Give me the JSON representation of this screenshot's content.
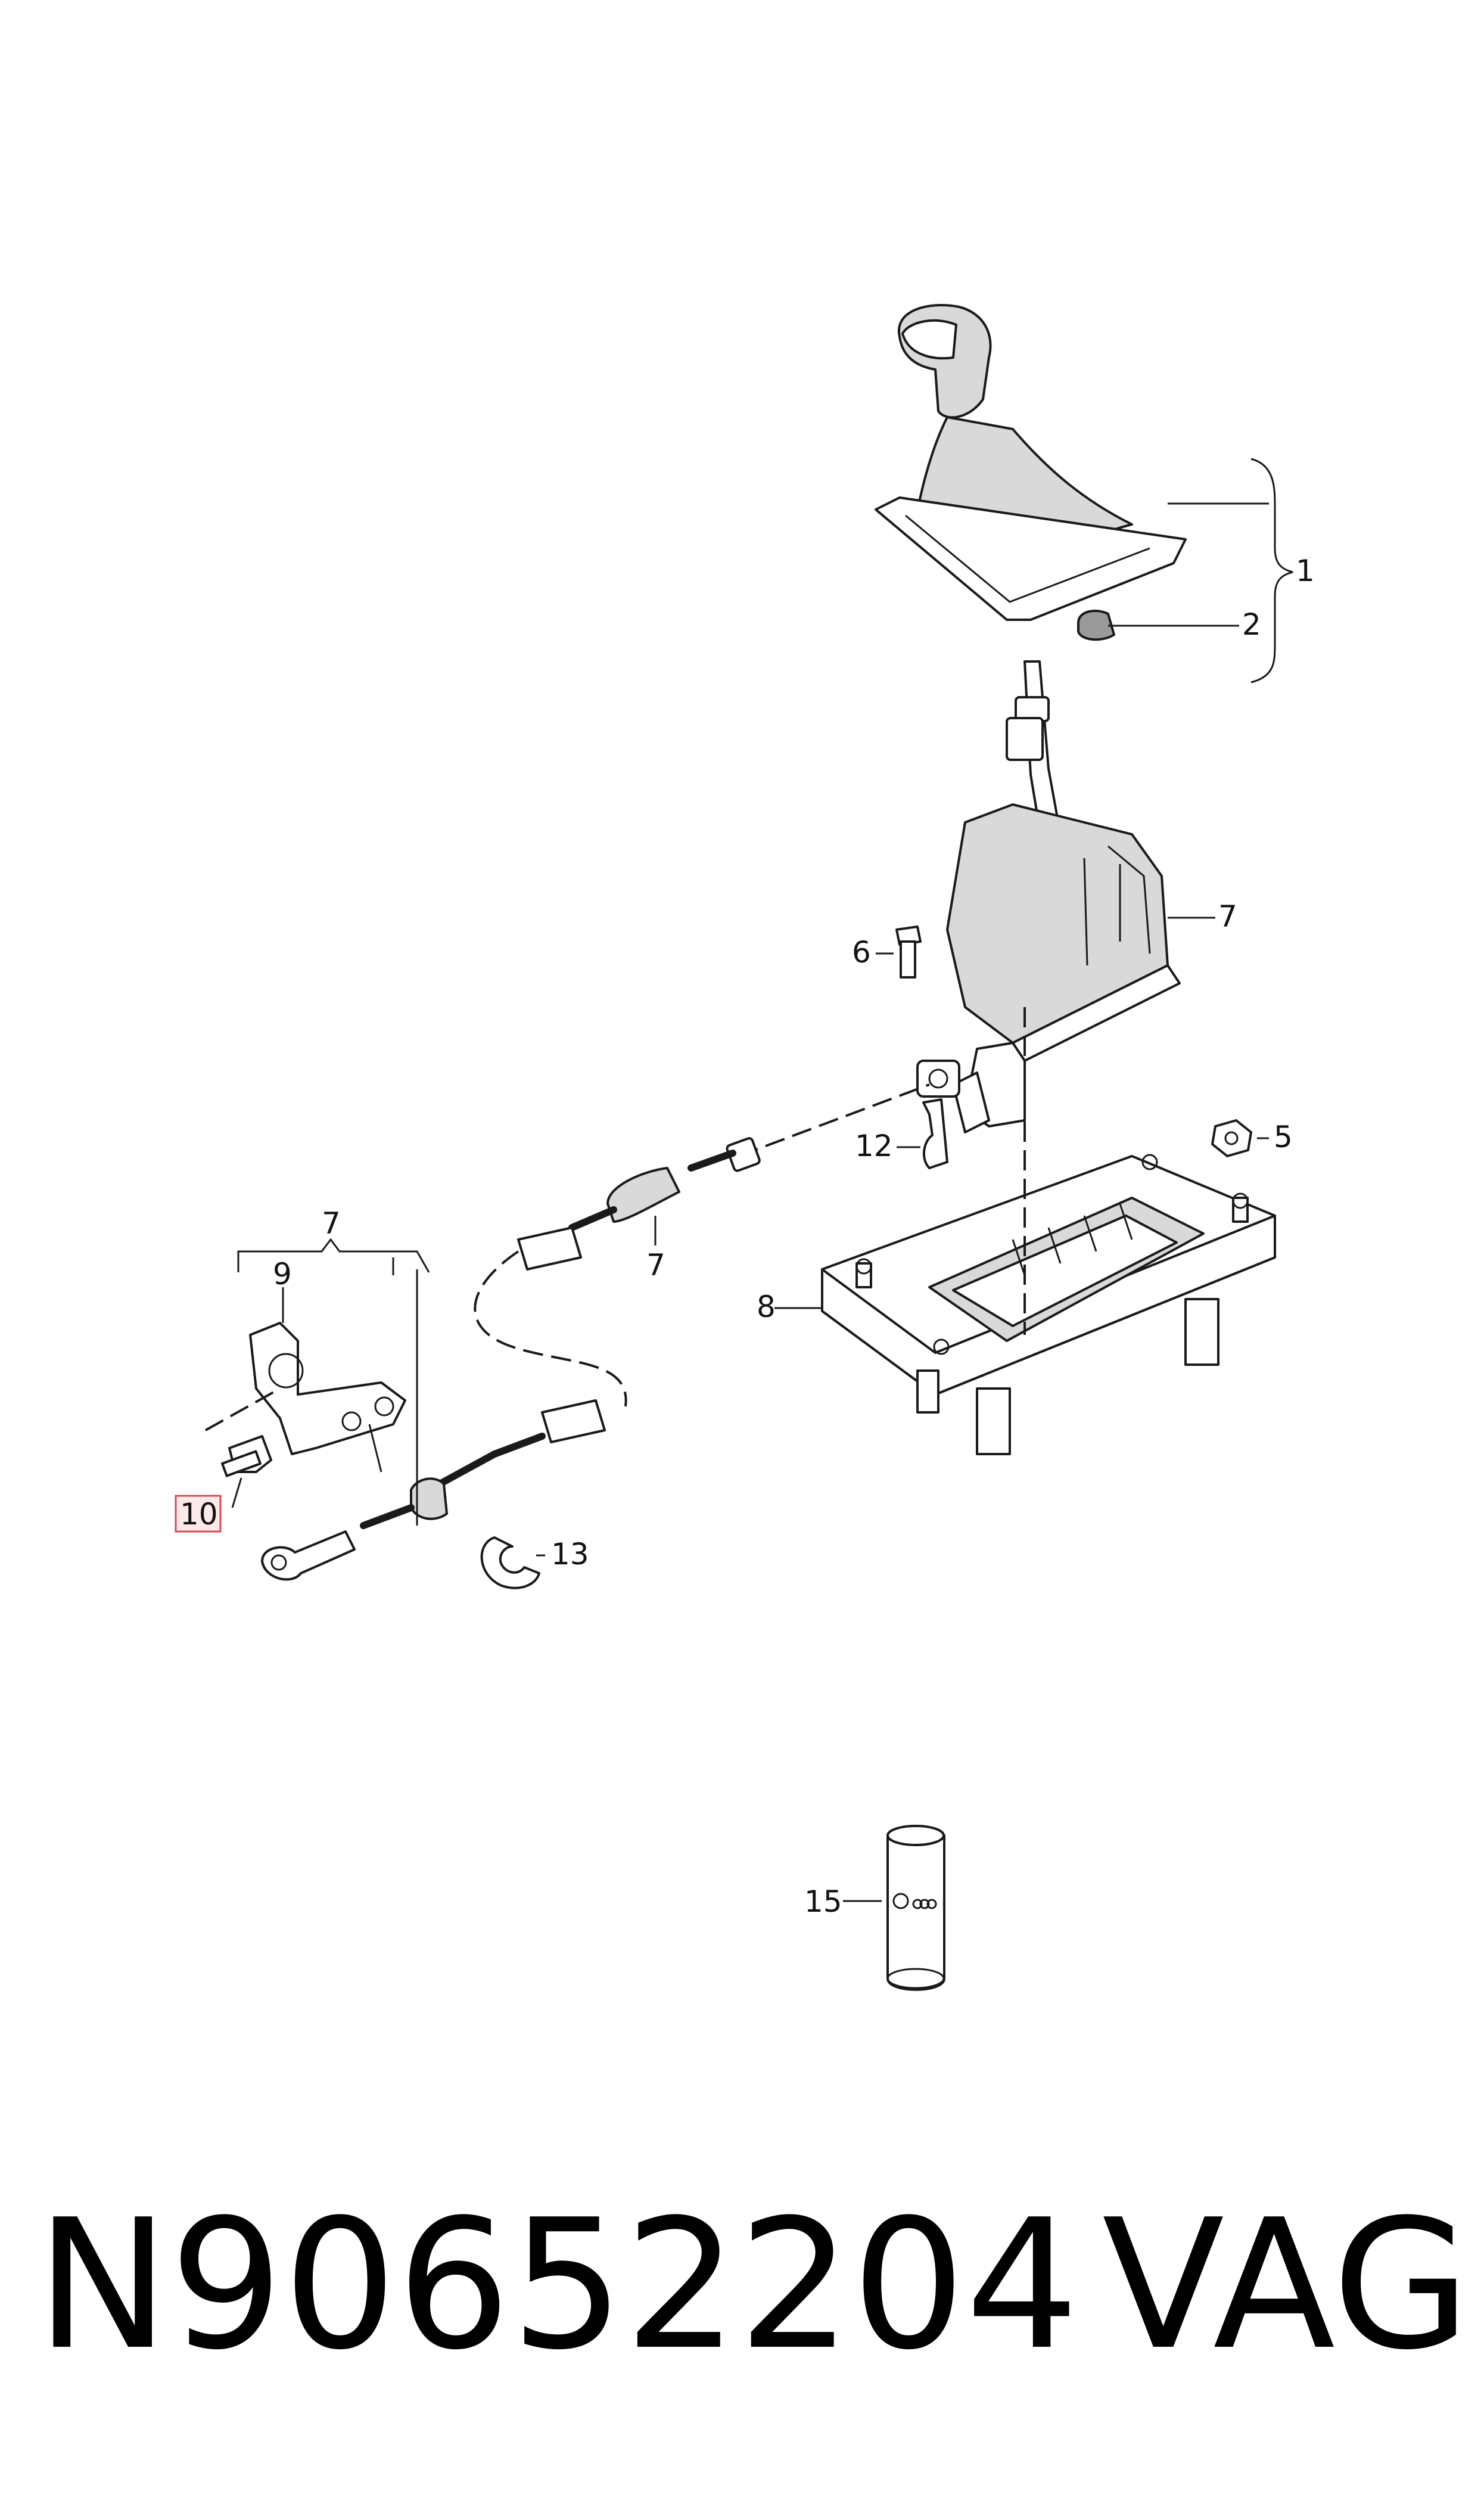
{
  "callouts": {
    "c1": "1",
    "c2": "2",
    "c5": "5",
    "c6": "6",
    "c7_main": "7",
    "c7_cable": "7",
    "c7_group": "7",
    "c8": "8",
    "c9": "9",
    "c10": "10",
    "c12": "12",
    "c13": "13",
    "c15": "15"
  },
  "highlighted_callout": "10",
  "footer": {
    "part_number": "N90652204",
    "brand": "VAG"
  },
  "colors": {
    "line": "#1a1a1a",
    "highlight_fill": "#fde9ea",
    "highlight_border": "#d94a56"
  }
}
